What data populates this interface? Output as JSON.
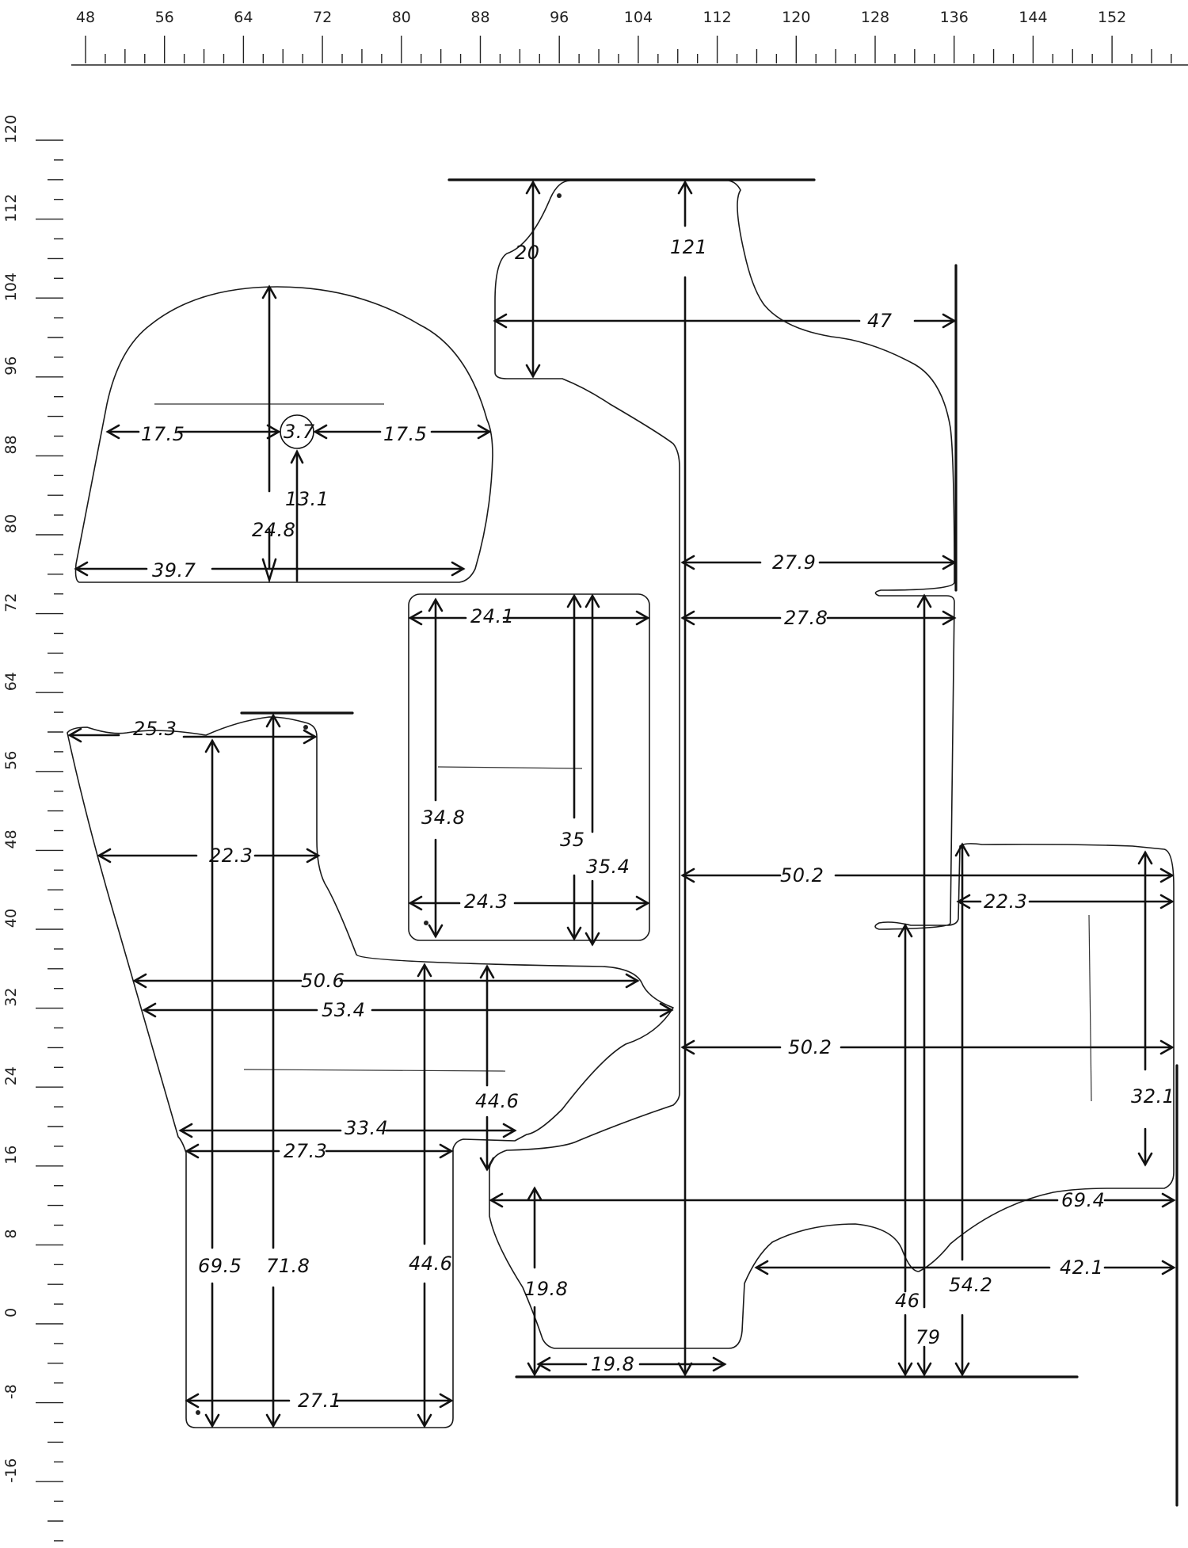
{
  "ruler": {
    "top_labels": [
      "48",
      "56",
      "64",
      "72",
      "80",
      "88",
      "96",
      "104",
      "112",
      "120",
      "128",
      "136",
      "144",
      "152"
    ],
    "left_labels": [
      "120",
      "112",
      "104",
      "96",
      "88",
      "80",
      "72",
      "64",
      "56",
      "48",
      "40",
      "32",
      "24",
      "16",
      "8",
      "0",
      "-8",
      "-16"
    ]
  },
  "pieces": {
    "dome": {
      "left_radius": "17.5",
      "hole_diameter": "3.7",
      "right_radius": "17.5",
      "hole_height": "13.1",
      "height": "24.8",
      "base_width": "39.7"
    },
    "rectangle": {
      "top_width": "24.1",
      "bottom_width": "24.3",
      "left_height": "34.8",
      "middle_height": "35",
      "right_height": "35.4"
    },
    "left_body": {
      "top_width": "25.3",
      "upper_width": "22.3",
      "mid_width_a": "50.6",
      "mid_width_b": "53.4",
      "inner_height": "44.6",
      "lower_width_a": "33.4",
      "lower_width_b": "27.3",
      "height_a": "69.5",
      "height_b": "71.8",
      "height_c": "44.6",
      "bottom_width": "27.1"
    },
    "right_body": {
      "top_left_height": "20",
      "total_height": "121",
      "top_width": "47",
      "upper_width": "27.9",
      "neck_width": "27.8",
      "mid_width_a": "50.2",
      "tab_width": "22.3",
      "mid_width_b": "50.2",
      "tab_height": "32.1",
      "lower_width": "69.4",
      "lower_left_height": "19.8",
      "foot_width": "42.1",
      "bottom_width": "19.8",
      "right_height_a": "46",
      "right_height_b": "54.2",
      "right_height_c": "79"
    }
  }
}
